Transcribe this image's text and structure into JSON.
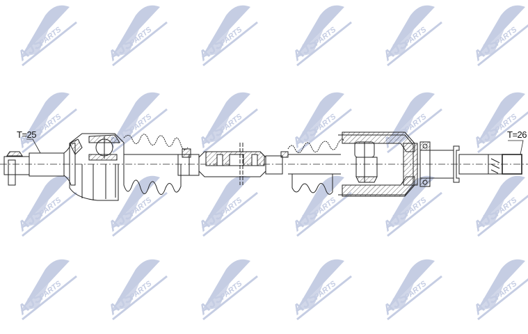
{
  "watermark": {
    "brand": "AJS",
    "sub": "PARTS",
    "color": "#c5cde3",
    "columns": [
      10,
      140,
      270,
      405,
      535,
      665
    ],
    "rows": [
      0,
      125,
      245,
      365
    ]
  },
  "drawing": {
    "subject": "drive shaft (CV axle) technical drawing",
    "line_color": "#222222",
    "left_spline": {
      "label": "T=25"
    },
    "right_spline": {
      "label": "T=26"
    }
  }
}
